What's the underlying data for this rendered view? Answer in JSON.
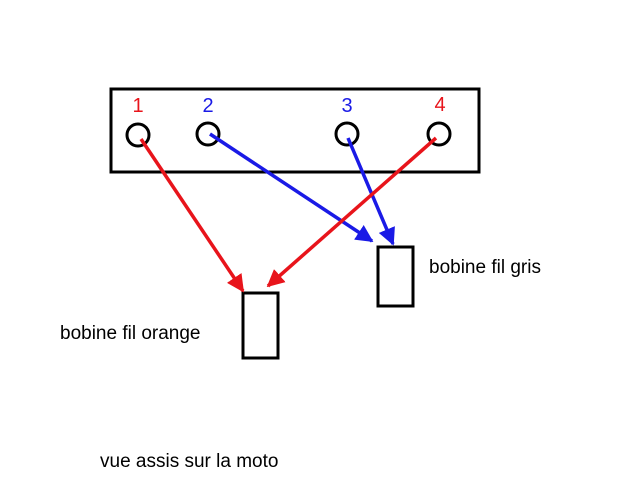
{
  "diagram": {
    "connector": {
      "pins": [
        {
          "number": "1",
          "color": "#e8141b"
        },
        {
          "number": "2",
          "color": "#1a1ae6"
        },
        {
          "number": "3",
          "color": "#1a1ae6"
        },
        {
          "number": "4",
          "color": "#e8141b"
        }
      ]
    },
    "coils": {
      "orange": {
        "label": "bobine fil orange"
      },
      "grey": {
        "label": "bobine fil gris"
      }
    },
    "wires": [
      {
        "from": "1",
        "to": "orange",
        "color": "#e8141b"
      },
      {
        "from": "2",
        "to": "grey",
        "color": "#1a1ae6"
      },
      {
        "from": "3",
        "to": "grey",
        "color": "#1a1ae6"
      },
      {
        "from": "4",
        "to": "orange",
        "color": "#e8141b"
      }
    ],
    "caption": "vue assis sur la moto"
  }
}
